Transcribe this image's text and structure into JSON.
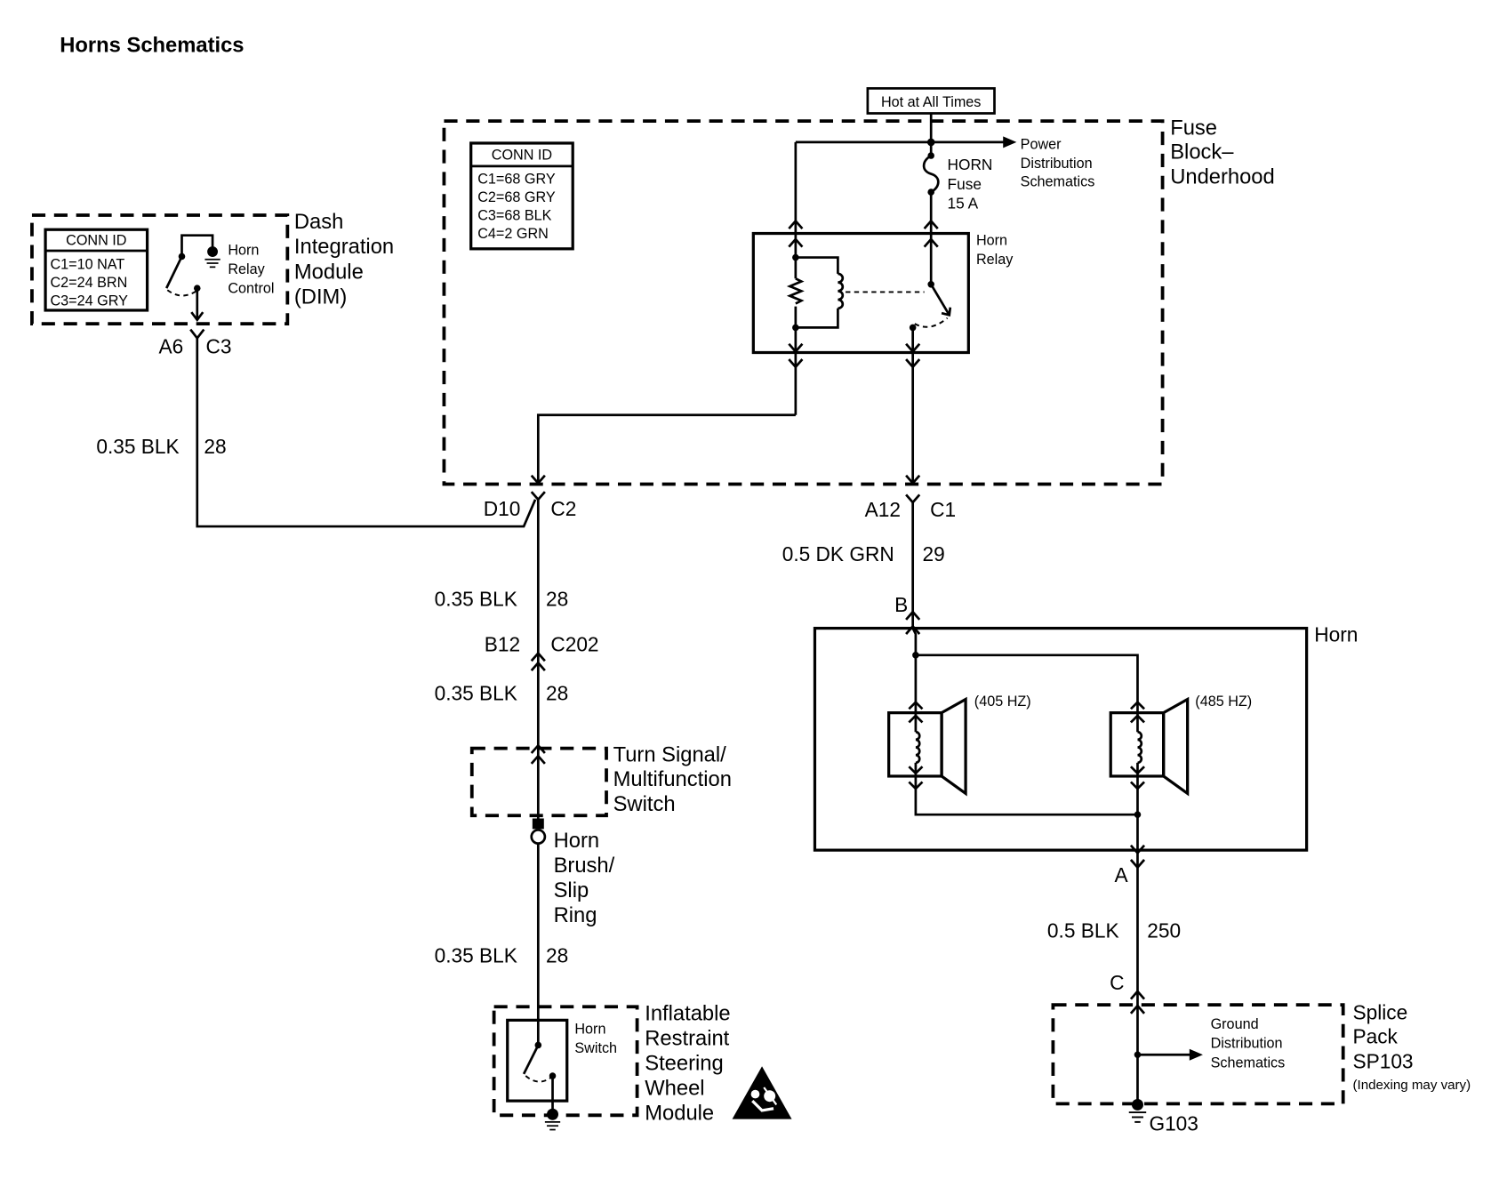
{
  "title": "Horns Schematics",
  "colors": {
    "ink": "#000000",
    "background": "#ffffff"
  },
  "power_source": "Hot at All Times",
  "fuse_block": {
    "name": [
      "Fuse",
      "Block–",
      "Underhood"
    ],
    "conn_id": {
      "header": "CONN ID",
      "rows": [
        "C1=68 GRY",
        "C2=68 GRY",
        "C3=68 BLK",
        "C4=2 GRN"
      ]
    },
    "power_distribution_ref": [
      "Power",
      "Distribution",
      "Schematics"
    ],
    "fuse": [
      "HORN",
      "Fuse",
      "15 A"
    ],
    "relay": [
      "Horn",
      "Relay"
    ]
  },
  "dim": {
    "name": [
      "Dash",
      "Integration",
      "Module",
      "(DIM)"
    ],
    "conn_id": {
      "header": "CONN ID",
      "rows": [
        "C1=10 NAT",
        "C2=24 BRN",
        "C3=24 GRY"
      ]
    },
    "control": [
      "Horn",
      "Relay",
      "Control"
    ]
  },
  "connectors": {
    "dim": {
      "pin": "A6",
      "id": "C3"
    },
    "fuse_block_c2": {
      "pin": "D10",
      "id": "C2"
    },
    "fuse_block_c1": {
      "pin": "A12",
      "id": "C1"
    },
    "inline_c202": {
      "pin": "B12",
      "id": "C202"
    },
    "horn_b": "B",
    "horn_a": "A",
    "splice_c": "C"
  },
  "wires": {
    "dim_to_fuse_block": {
      "size_color": "0.35 BLK",
      "circuit": "28"
    },
    "fuse_block_to_c202": {
      "size_color": "0.35 BLK",
      "circuit": "28"
    },
    "c202_to_turn_signal": {
      "size_color": "0.35 BLK",
      "circuit": "28"
    },
    "slip_ring_to_horn_switch": {
      "size_color": "0.35 BLK",
      "circuit": "28"
    },
    "relay_to_horn": {
      "size_color": "0.5 DK GRN",
      "circuit": "29"
    },
    "horn_to_splice": {
      "size_color": "0.5 BLK",
      "circuit": "250"
    }
  },
  "horn": {
    "name": "Horn",
    "speaker_1_freq": "(405 HZ)",
    "speaker_2_freq": "(485 HZ)"
  },
  "turn_signal_switch": [
    "Turn Signal/",
    "Multifunction",
    "Switch"
  ],
  "brush_slip_ring": [
    "Horn",
    "Brush/",
    "Slip",
    "Ring"
  ],
  "steering_wheel_module": {
    "name": [
      "Inflatable",
      "Restraint",
      "Steering",
      "Wheel",
      "Module"
    ],
    "switch": [
      "Horn",
      "Switch"
    ],
    "warning_icon": "airbag-warning-icon"
  },
  "splice_pack": {
    "name": [
      "Splice",
      "Pack",
      "SP103"
    ],
    "note": "(Indexing may vary)",
    "ground_ref": [
      "Ground",
      "Distribution",
      "Schematics"
    ],
    "ground": "G103"
  }
}
